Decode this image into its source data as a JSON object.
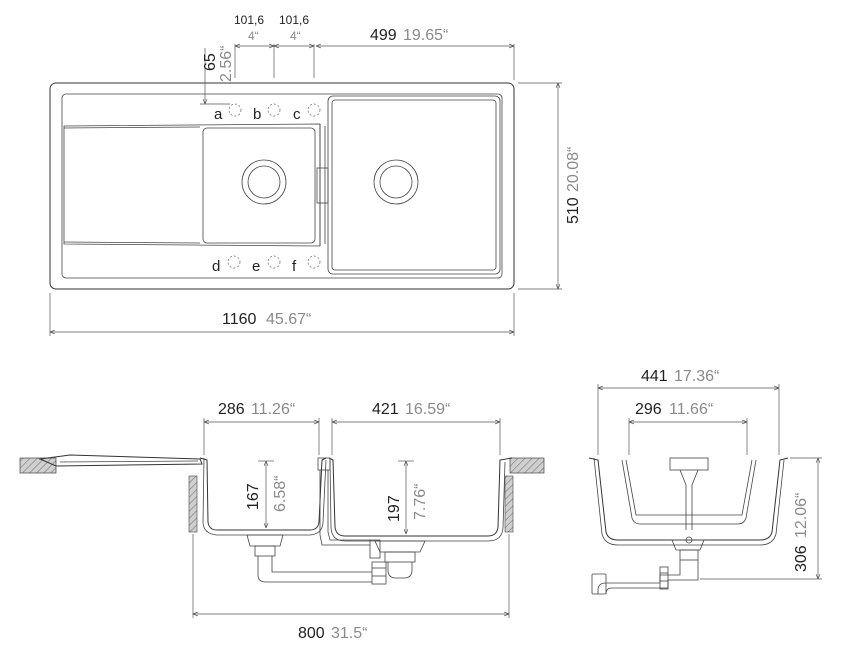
{
  "top_view": {
    "width_mm": "1160",
    "width_in": "45.67“",
    "depth_mm": "510",
    "depth_in": "20.08“",
    "main_bowl_width_mm": "499",
    "main_bowl_width_in": "19.65“",
    "hole_spacing_1_mm": "101,6",
    "hole_spacing_1_in": "4“",
    "hole_spacing_2_mm": "101,6",
    "hole_spacing_2_in": "4“",
    "hole_offset_mm": "65",
    "hole_offset_in": "2.56“",
    "tap_holes": [
      "a",
      "b",
      "c",
      "d",
      "e",
      "f"
    ]
  },
  "front_section": {
    "small_bowl_width_mm": "286",
    "small_bowl_width_in": "11.26“",
    "large_bowl_width_mm": "421",
    "large_bowl_width_in": "16.59“",
    "small_bowl_depth_mm": "167",
    "small_bowl_depth_in": "6.58“",
    "large_bowl_depth_mm": "197",
    "large_bowl_depth_in": "7.76“",
    "cabinet_width_mm": "800",
    "cabinet_width_in": "31.5“"
  },
  "side_section": {
    "outer_width_mm": "441",
    "outer_width_in": "17.36“",
    "inner_width_mm": "296",
    "inner_width_in": "11.66“",
    "total_height_mm": "306",
    "total_height_in": "12.06“"
  }
}
